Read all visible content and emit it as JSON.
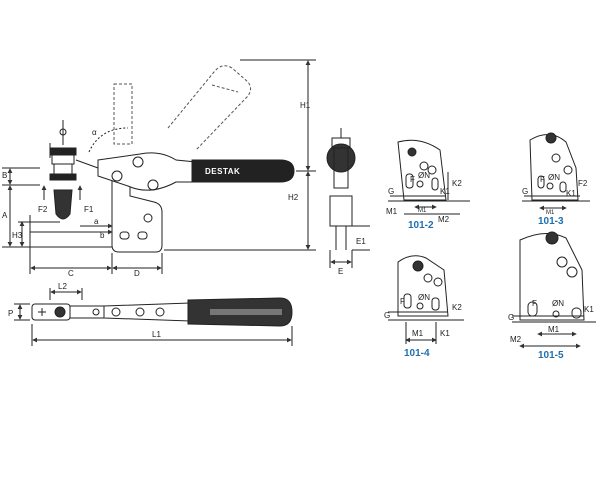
{
  "brand": "DESTAK",
  "accent_color": "#1e6fb0",
  "main_view": {
    "labels": {
      "H1": "H1",
      "H2": "H2",
      "H3": "H3",
      "A": "A",
      "B": "B",
      "C": "C",
      "D": "D",
      "a": "a",
      "b": "b",
      "F1": "F1",
      "F2": "F2",
      "alpha": "α"
    }
  },
  "side_view": {
    "labels": {
      "E": "E",
      "E1": "E1"
    }
  },
  "top_view": {
    "labels": {
      "L1": "L1",
      "L2": "L2",
      "P": "P"
    }
  },
  "variants": [
    {
      "name": "101-2",
      "labels": {
        "G": "G",
        "F": "F",
        "N": "ØN",
        "M1": "M1",
        "M2": "M2",
        "K1": "K1",
        "K2": "K2"
      }
    },
    {
      "name": "101-3",
      "labels": {
        "G": "G",
        "F": "F",
        "N": "ØN",
        "M1": "M1",
        "K1": "K1",
        "F2": "F2"
      }
    },
    {
      "name": "101-4",
      "labels": {
        "G": "G",
        "F": "F",
        "N": "ØN",
        "M1": "M1",
        "K1": "K1",
        "K2": "K2"
      }
    },
    {
      "name": "101-5",
      "labels": {
        "G": "G",
        "F": "F",
        "N": "ØN",
        "M1": "M1",
        "M2": "M2",
        "K1": "K1"
      }
    }
  ]
}
